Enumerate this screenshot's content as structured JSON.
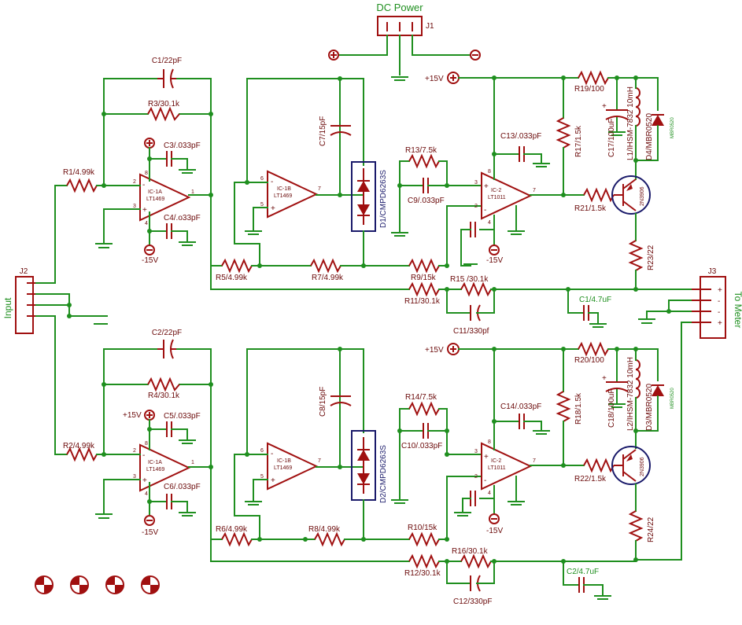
{
  "title": "DC Power",
  "connectors": {
    "j1": "J1",
    "j2": "J2",
    "j3": "J3",
    "input_label": "Input",
    "output_label": "To Meter",
    "pin_plus": "+",
    "pin_minus": "-"
  },
  "rails": {
    "pos15": "+15V",
    "neg15": "-15V"
  },
  "channel1": {
    "c1": "C1/22pF",
    "r3": "R3/30.1k",
    "r1": "R1/4.99k",
    "c3": "C3/.033pF",
    "c4": "C4/.o33pF",
    "ic1_name": "IC-1A",
    "ic1_part": "LT1469",
    "c7": "C7/15pF",
    "ic1b_name": "IC-1B",
    "ic1b_part": "LT1469",
    "d1": "D1/CMPD6263S",
    "r13": "R13/7.5k",
    "c9": "C9/.033pF",
    "c13": "C13/.033pF",
    "ic2_name": "IC-2",
    "ic2_part": "LT1011",
    "r19": "R19/100",
    "r17": "R17/1.5k",
    "c17": "C17/100uF",
    "l1": "L1/IHSM-7832 10mH",
    "d4": "D4/MBR0520",
    "d4_pkg": "MBR0520",
    "r21": "R21/1.5k",
    "q1": "2N3906",
    "r23": "R23/22",
    "r5": "R5/4.99k",
    "r7": "R7/4.99k",
    "r9": "R9/15k",
    "r15": "R15 /30.1k",
    "r11": "R11/30.1k",
    "c11": "C11/330pf",
    "c1out": "C1/4.7uF"
  },
  "channel2": {
    "c2": "C2/22pF",
    "r4": "R4/30.1k",
    "r2": "R2/4.99k",
    "c5": "C5/.033pF",
    "c6": "C6/.033pF",
    "ic1_name": "IC-1A",
    "ic1_part": "LT1469",
    "c8": "C8/15pF",
    "ic1b_name": "IC-1B",
    "ic1b_part": "LT1469",
    "d2": "D2/CMPD6263S",
    "r14": "R14/7.5k",
    "c10": "C10/.033pF",
    "c14": "C14/.033pF",
    "ic2_name": "IC-2",
    "ic2_part": "LT1011",
    "r20": "R20/100",
    "r18": "R18/1.5k",
    "c18": "C18/100uF",
    "l2": "L2/IHSM-7832 10mH",
    "d3": "D3/MBR0520",
    "d3_pkg": "MBR0520",
    "r22": "R22/1.5k",
    "q2": "2N3906",
    "r24": "R24/22",
    "r6": "R6/4.99k",
    "r8": "R8/4.99k",
    "r10": "R10/15k",
    "r16": "R16/30.1k",
    "r12": "R12/30.1k",
    "c12": "C12/330pF",
    "c2out": "C2/4.7uF"
  },
  "pins": {
    "p1": "1",
    "p2": "2",
    "p3": "3",
    "p4": "4",
    "p6": "6",
    "p7": "7",
    "p8": "8",
    "p5": "5"
  },
  "colors": {
    "wire": "#1f8f1f",
    "part": "#a01010",
    "label": "#6b0a0a",
    "diode_box": "#1a1a6a"
  }
}
